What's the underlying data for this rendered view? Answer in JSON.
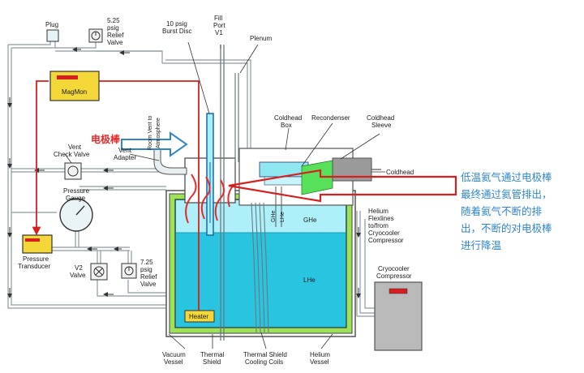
{
  "labels": {
    "plug": "Plug",
    "relief_525": [
      "5.25",
      "psig",
      "Relief",
      "Valve"
    ],
    "burst_disc": [
      "10 psig",
      "Burst Disc"
    ],
    "fill_port": [
      "Fill",
      "Port",
      "V1"
    ],
    "plenum": "Plenum",
    "magmon": "MagMon",
    "room_vent": [
      "Room Vent to",
      "Atmosphere"
    ],
    "electrode": "电极棒",
    "vent_adapter": [
      "Vent",
      "Adapter"
    ],
    "vent_check_valve": [
      "Vent",
      "Check Valve"
    ],
    "pressure_gauge": [
      "Pressure",
      "Gauge"
    ],
    "pressure_transducer": [
      "Pressure",
      "Transducer"
    ],
    "v2_valve": [
      "V2",
      "Valve"
    ],
    "relief_725": [
      "7.25",
      "psig",
      "Relief",
      "Valve"
    ],
    "coldhead_box": [
      "Coldhead",
      "Box"
    ],
    "recondenser": "Recondenser",
    "coldhead_sleeve": [
      "Coldhead",
      "Sleeve"
    ],
    "coldhead": "Coldhead",
    "ghe": "GHe",
    "lhe": "LHe",
    "ghe_small": "GHe",
    "lhe_small": "LHe",
    "helium_flexlines": [
      "Helium",
      "Flexlines",
      "to/from",
      "Cryocooler",
      "Compressor"
    ],
    "cryocooler_compressor": [
      "Cryocooler",
      "Compressor"
    ],
    "heater": "Heater",
    "vacuum_vessel": [
      "Vacuum",
      "Vessel"
    ],
    "thermal_shield": [
      "Thermal",
      "Shield"
    ],
    "thermal_shield_coils": [
      "Thermal Shield",
      "Cooling Coils"
    ],
    "helium_vessel": [
      "Helium",
      "Vessel"
    ]
  },
  "annotation": [
    "低温氦气通过电极棒",
    "最终通过氦管排出，",
    "随着氦气不断的排",
    "出，不断的对电极棒",
    "进行降温"
  ],
  "colors": {
    "liquid_helium": "#29c4e0",
    "gas_region": "#aef0fa",
    "thermal_shield": "#9ee25a",
    "annotation_red": "#e32a2a",
    "annotation_text": "#2f86c8",
    "indicator_yellow": "#f4d83a"
  }
}
